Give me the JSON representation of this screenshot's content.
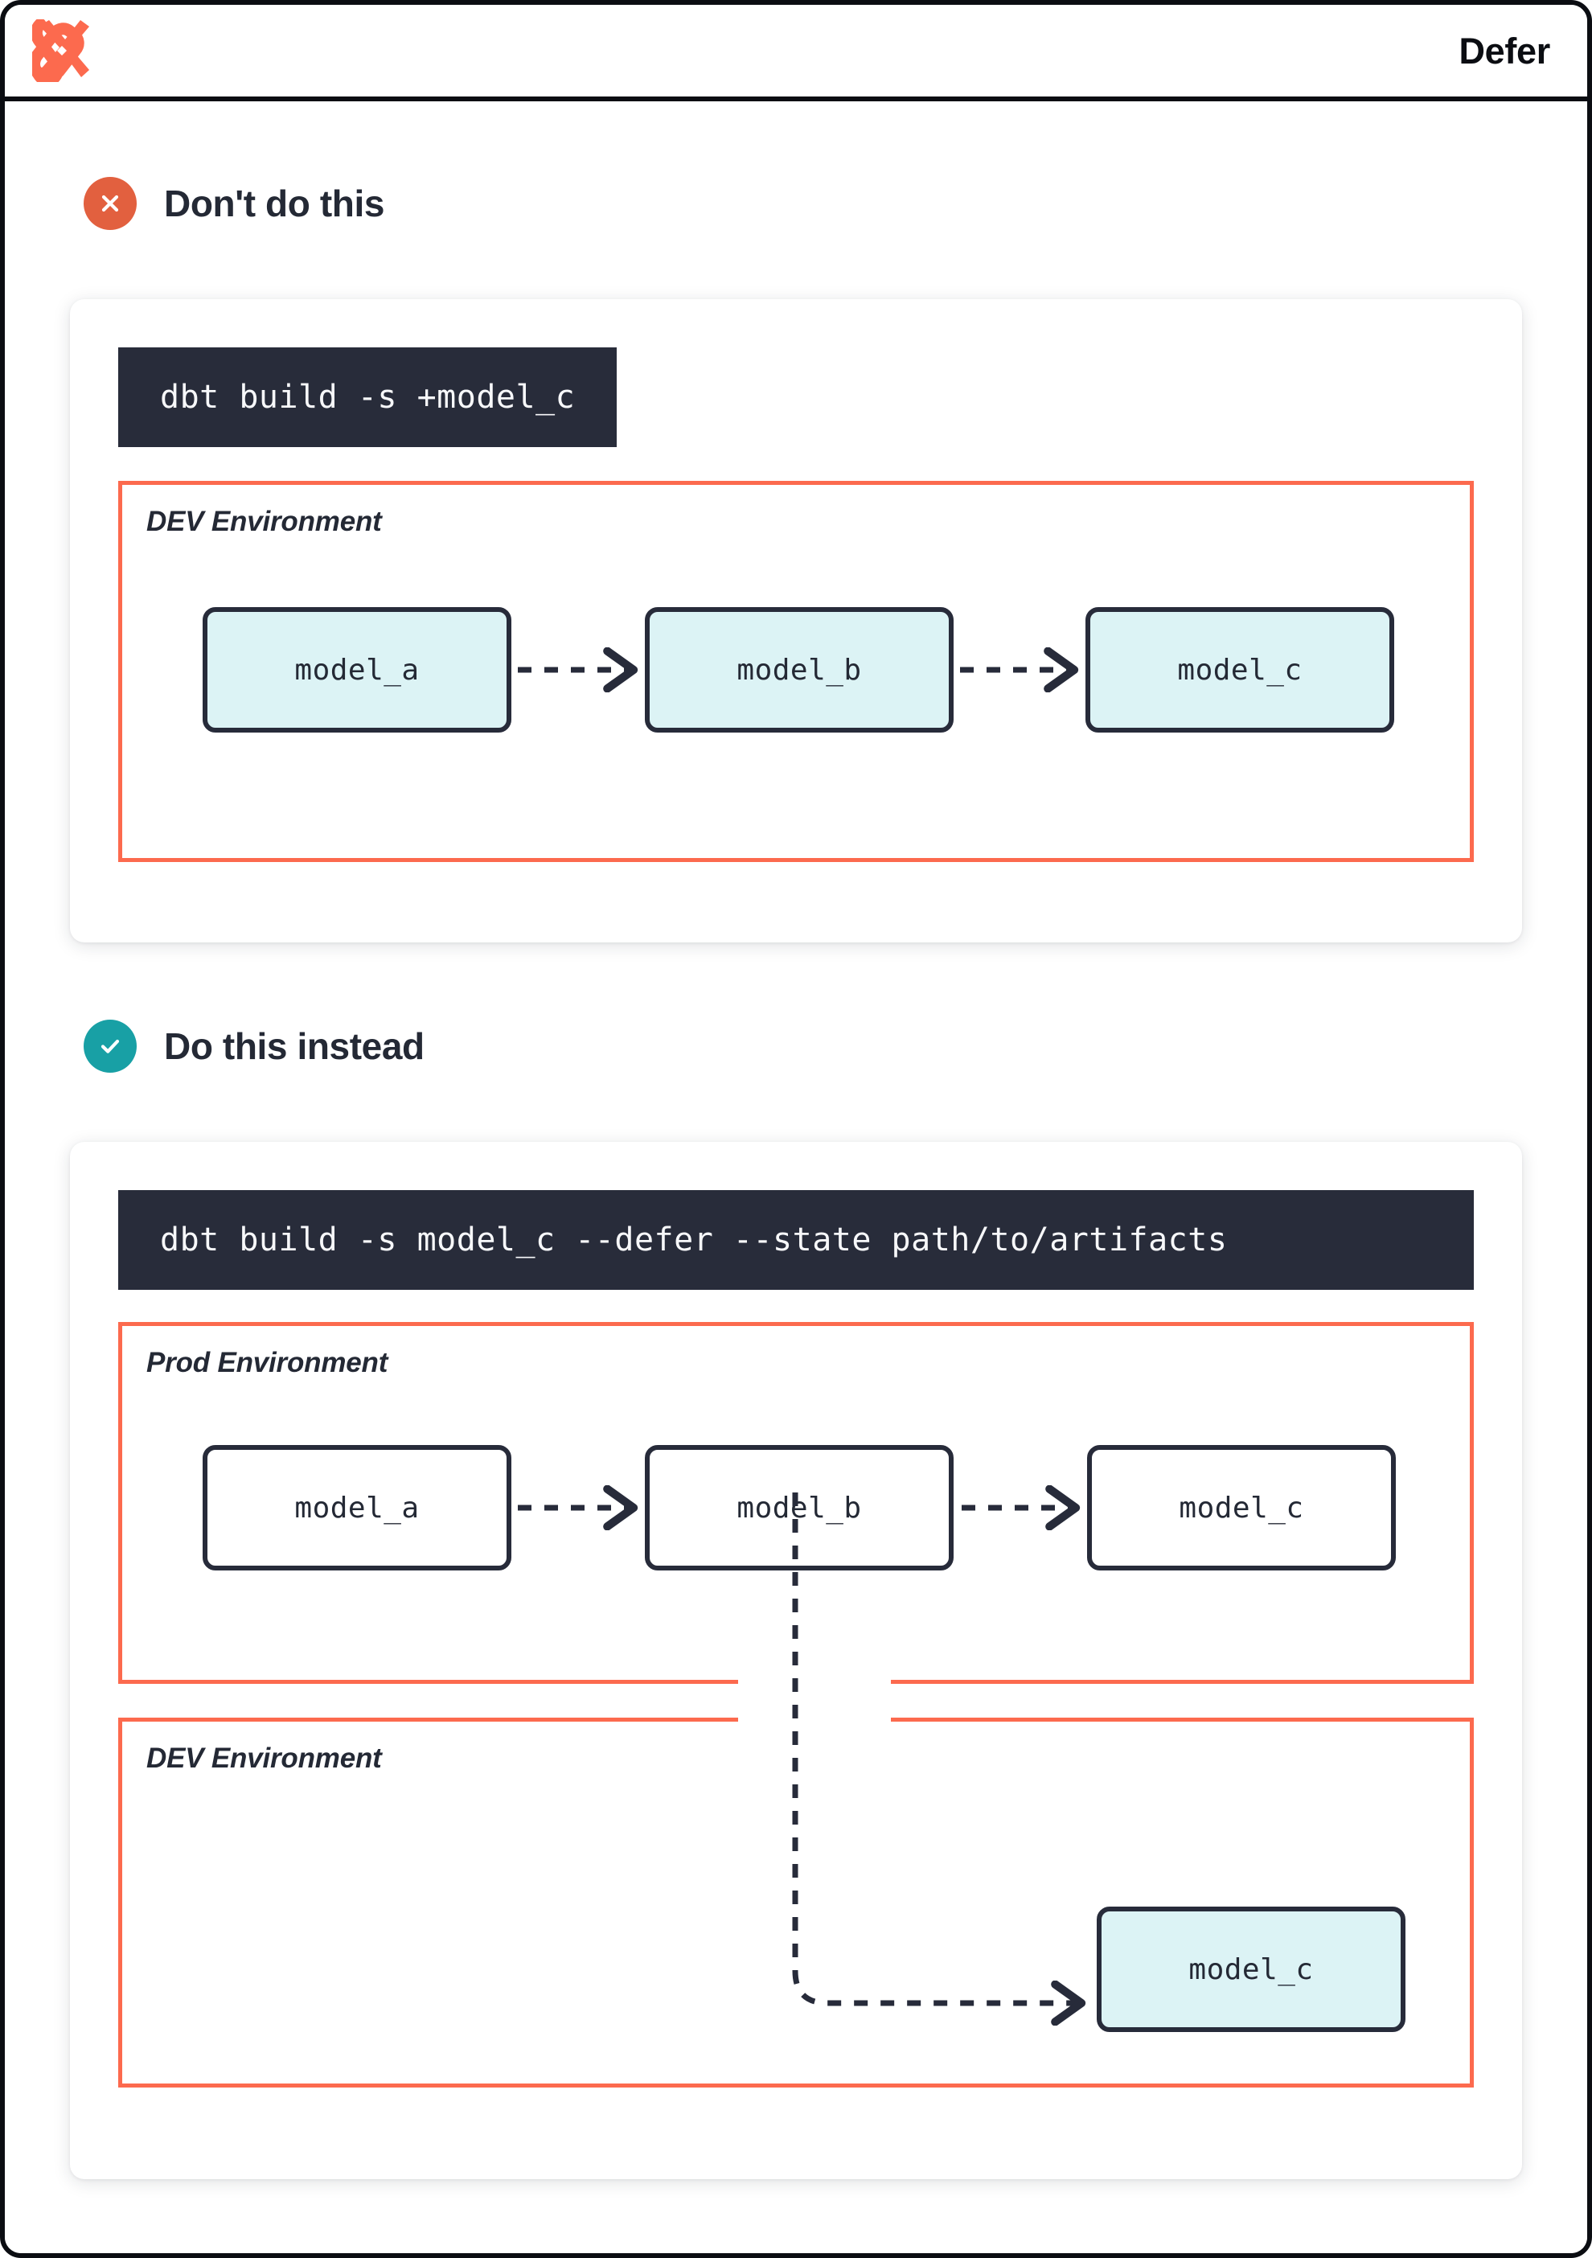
{
  "header": {
    "title": "Defer",
    "logo_icon": "dbt-logo-icon"
  },
  "colors": {
    "accent_orange": "#fc6a4e",
    "bad_badge": "#e2603f",
    "good_badge": "#18a0a5",
    "code_bg": "#282c3a",
    "node_cyan": "#dcf3f5",
    "ink": "#242935"
  },
  "sections": [
    {
      "id": "dont",
      "badge_icon": "x-circle-icon",
      "title": "Don't do this",
      "command": "dbt build -s +model_c",
      "environments": [
        {
          "id": "dev",
          "label": "DEV Environment",
          "nodes": [
            {
              "id": "model_a",
              "label": "model_a",
              "fill": "cyan"
            },
            {
              "id": "model_b",
              "label": "model_b",
              "fill": "cyan"
            },
            {
              "id": "model_c",
              "label": "model_c",
              "fill": "cyan"
            }
          ]
        }
      ]
    },
    {
      "id": "do",
      "badge_icon": "check-circle-icon",
      "title": "Do this instead",
      "command": "dbt build -s model_c --defer --state path/to/artifacts",
      "environments": [
        {
          "id": "prod",
          "label": "Prod Environment",
          "nodes": [
            {
              "id": "model_a",
              "label": "model_a",
              "fill": "white"
            },
            {
              "id": "model_b",
              "label": "model_b",
              "fill": "white"
            },
            {
              "id": "model_c",
              "label": "model_c",
              "fill": "white"
            }
          ]
        },
        {
          "id": "dev",
          "label": "DEV Environment",
          "nodes": [
            {
              "id": "model_c",
              "label": "model_c",
              "fill": "cyan"
            }
          ]
        }
      ]
    }
  ]
}
